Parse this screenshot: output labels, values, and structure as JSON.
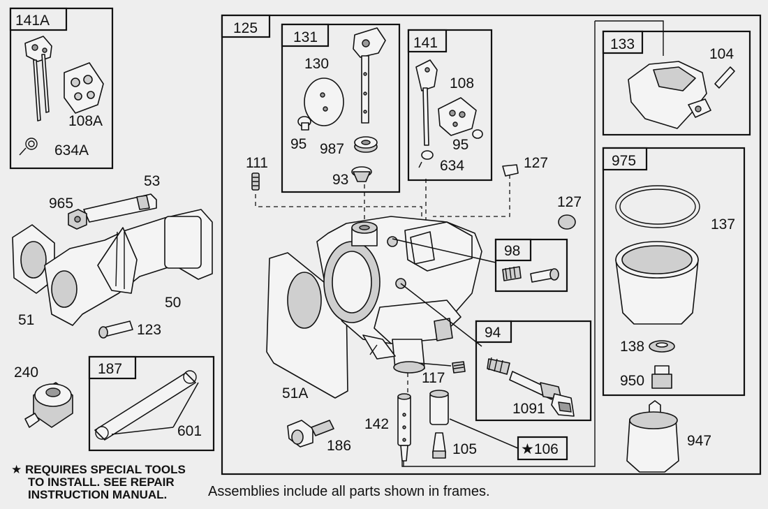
{
  "frame_tags": {
    "f141a": "141A",
    "f125": "125",
    "f131": "131",
    "f141": "141",
    "f133": "133",
    "f975": "975",
    "f98": "98",
    "f94": "94",
    "f187": "187",
    "f106": "★106"
  },
  "labels": {
    "p108a": "108A",
    "p634a": "634A",
    "p53": "53",
    "p965": "965",
    "p51": "51",
    "p50": "50",
    "p123": "123",
    "p240": "240",
    "p601": "601",
    "p130": "130",
    "p95a": "95",
    "p987": "987",
    "p93": "93",
    "p108": "108",
    "p95b": "95",
    "p634": "634",
    "p111": "111",
    "p127a": "127",
    "p127b": "127",
    "p104": "104",
    "p137": "137",
    "p138": "138",
    "p950": "950",
    "p947": "947",
    "p51a": "51A",
    "p117": "117",
    "p1091": "1091",
    "p142": "142",
    "p186": "186",
    "p105": "105"
  },
  "notes": {
    "line1": "★ REQUIRES SPECIAL TOOLS",
    "line2": "TO INSTALL.  SEE REPAIR",
    "line3": "INSTRUCTION MANUAL."
  },
  "caption": "Assemblies include all parts shown in frames."
}
